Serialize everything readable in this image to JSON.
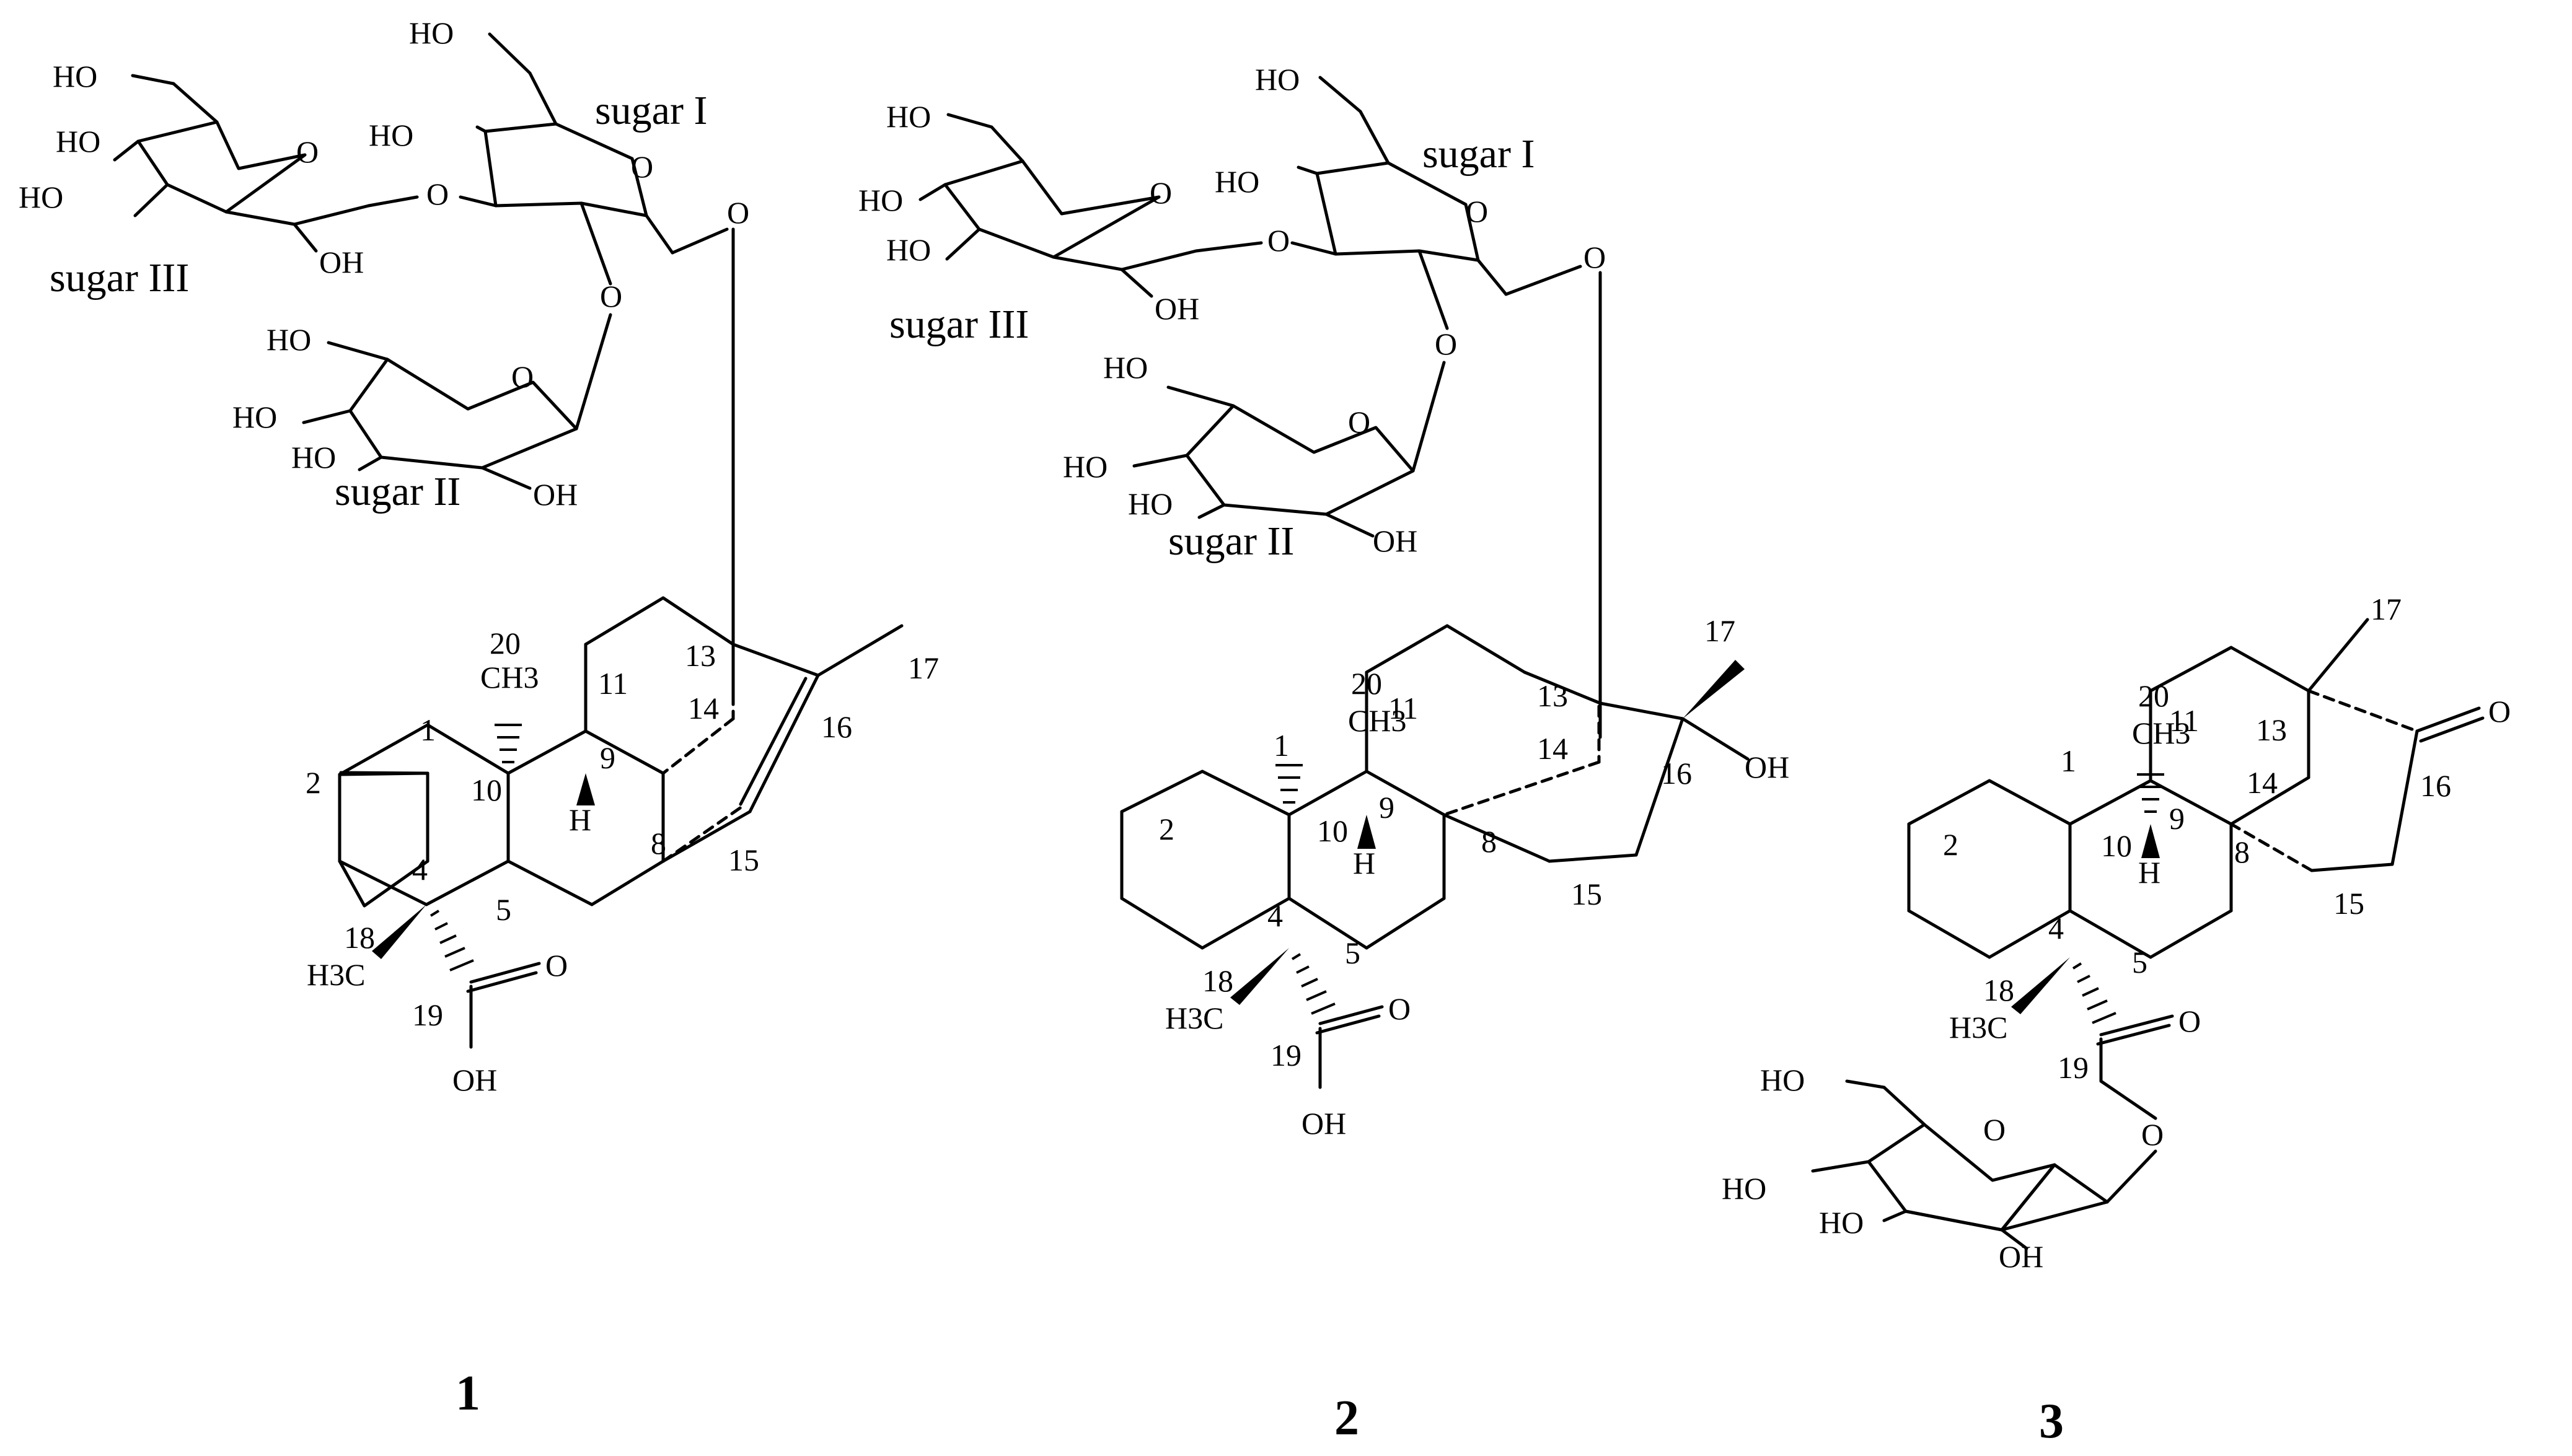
{
  "compounds": [
    {
      "id": "1",
      "sugar_labels": [
        "sugar I",
        "sugar II",
        "sugar III"
      ],
      "atom_labels": {
        "ho_s3_c6": "HO",
        "ho_s3_c4": "HO",
        "ho_s3_c3": "HO",
        "oh_s3_c2": "OH",
        "o_s3_ring": "O",
        "o_glyc_31": "O",
        "ho_s1_c6": "HO",
        "ho_s1_c4": "HO",
        "o_s1_ring": "O",
        "o_anomeric": "O",
        "o_glyc_21": "O",
        "ho_s2_c6": "HO",
        "o_s2_ring": "O",
        "ho_s2_c4": "HO",
        "ho_s2_c3": "HO",
        "oh_s2_c2": "OH",
        "ch3_20": "CH3",
        "h_9": "H",
        "h3c_18": "H3C",
        "o_carbonyl": "O",
        "oh_acid": "OH"
      },
      "carbon_numbers": [
        "1",
        "2",
        "4",
        "5",
        "8",
        "9",
        "10",
        "11",
        "13",
        "14",
        "15",
        "16",
        "17",
        "18",
        "19",
        "20"
      ]
    },
    {
      "id": "2",
      "sugar_labels": [
        "sugar I",
        "sugar II",
        "sugar III"
      ],
      "atom_labels": {
        "ho_s3_c6": "HO",
        "ho_s3_c4": "HO",
        "ho_s3_c3": "HO",
        "oh_s3_c2": "OH",
        "o_s3_ring": "O",
        "o_glyc_31": "O",
        "ho_s1_c6": "HO",
        "ho_s1_c4": "HO",
        "o_s1_ring": "O",
        "o_anomeric": "O",
        "o_glyc_21": "O",
        "ho_s2_c6": "HO",
        "o_s2_ring": "O",
        "ho_s2_c4": "HO",
        "ho_s2_c3": "HO",
        "oh_s2_c2": "OH",
        "ch3_20": "CH3",
        "h_9": "H",
        "h3c_18": "H3C",
        "oh_16": "OH",
        "o_carbonyl": "O",
        "oh_acid": "OH"
      },
      "carbon_numbers": [
        "1",
        "2",
        "4",
        "5",
        "8",
        "9",
        "10",
        "11",
        "13",
        "14",
        "15",
        "16",
        "17",
        "18",
        "19",
        "20"
      ]
    },
    {
      "id": "3",
      "atom_labels": {
        "ch3_20": "CH3",
        "h_9": "H",
        "h3c_18": "H3C",
        "o_ketone": "O",
        "o_carbonyl": "O",
        "o_ester": "O",
        "ho_glc_c6": "HO",
        "o_glc_ring": "O",
        "ho_glc_c4": "HO",
        "ho_glc_c3": "HO",
        "oh_glc_c2": "OH"
      },
      "carbon_numbers": [
        "1",
        "2",
        "4",
        "5",
        "8",
        "9",
        "10",
        "11",
        "13",
        "14",
        "15",
        "16",
        "17",
        "18",
        "19",
        "20"
      ]
    }
  ]
}
